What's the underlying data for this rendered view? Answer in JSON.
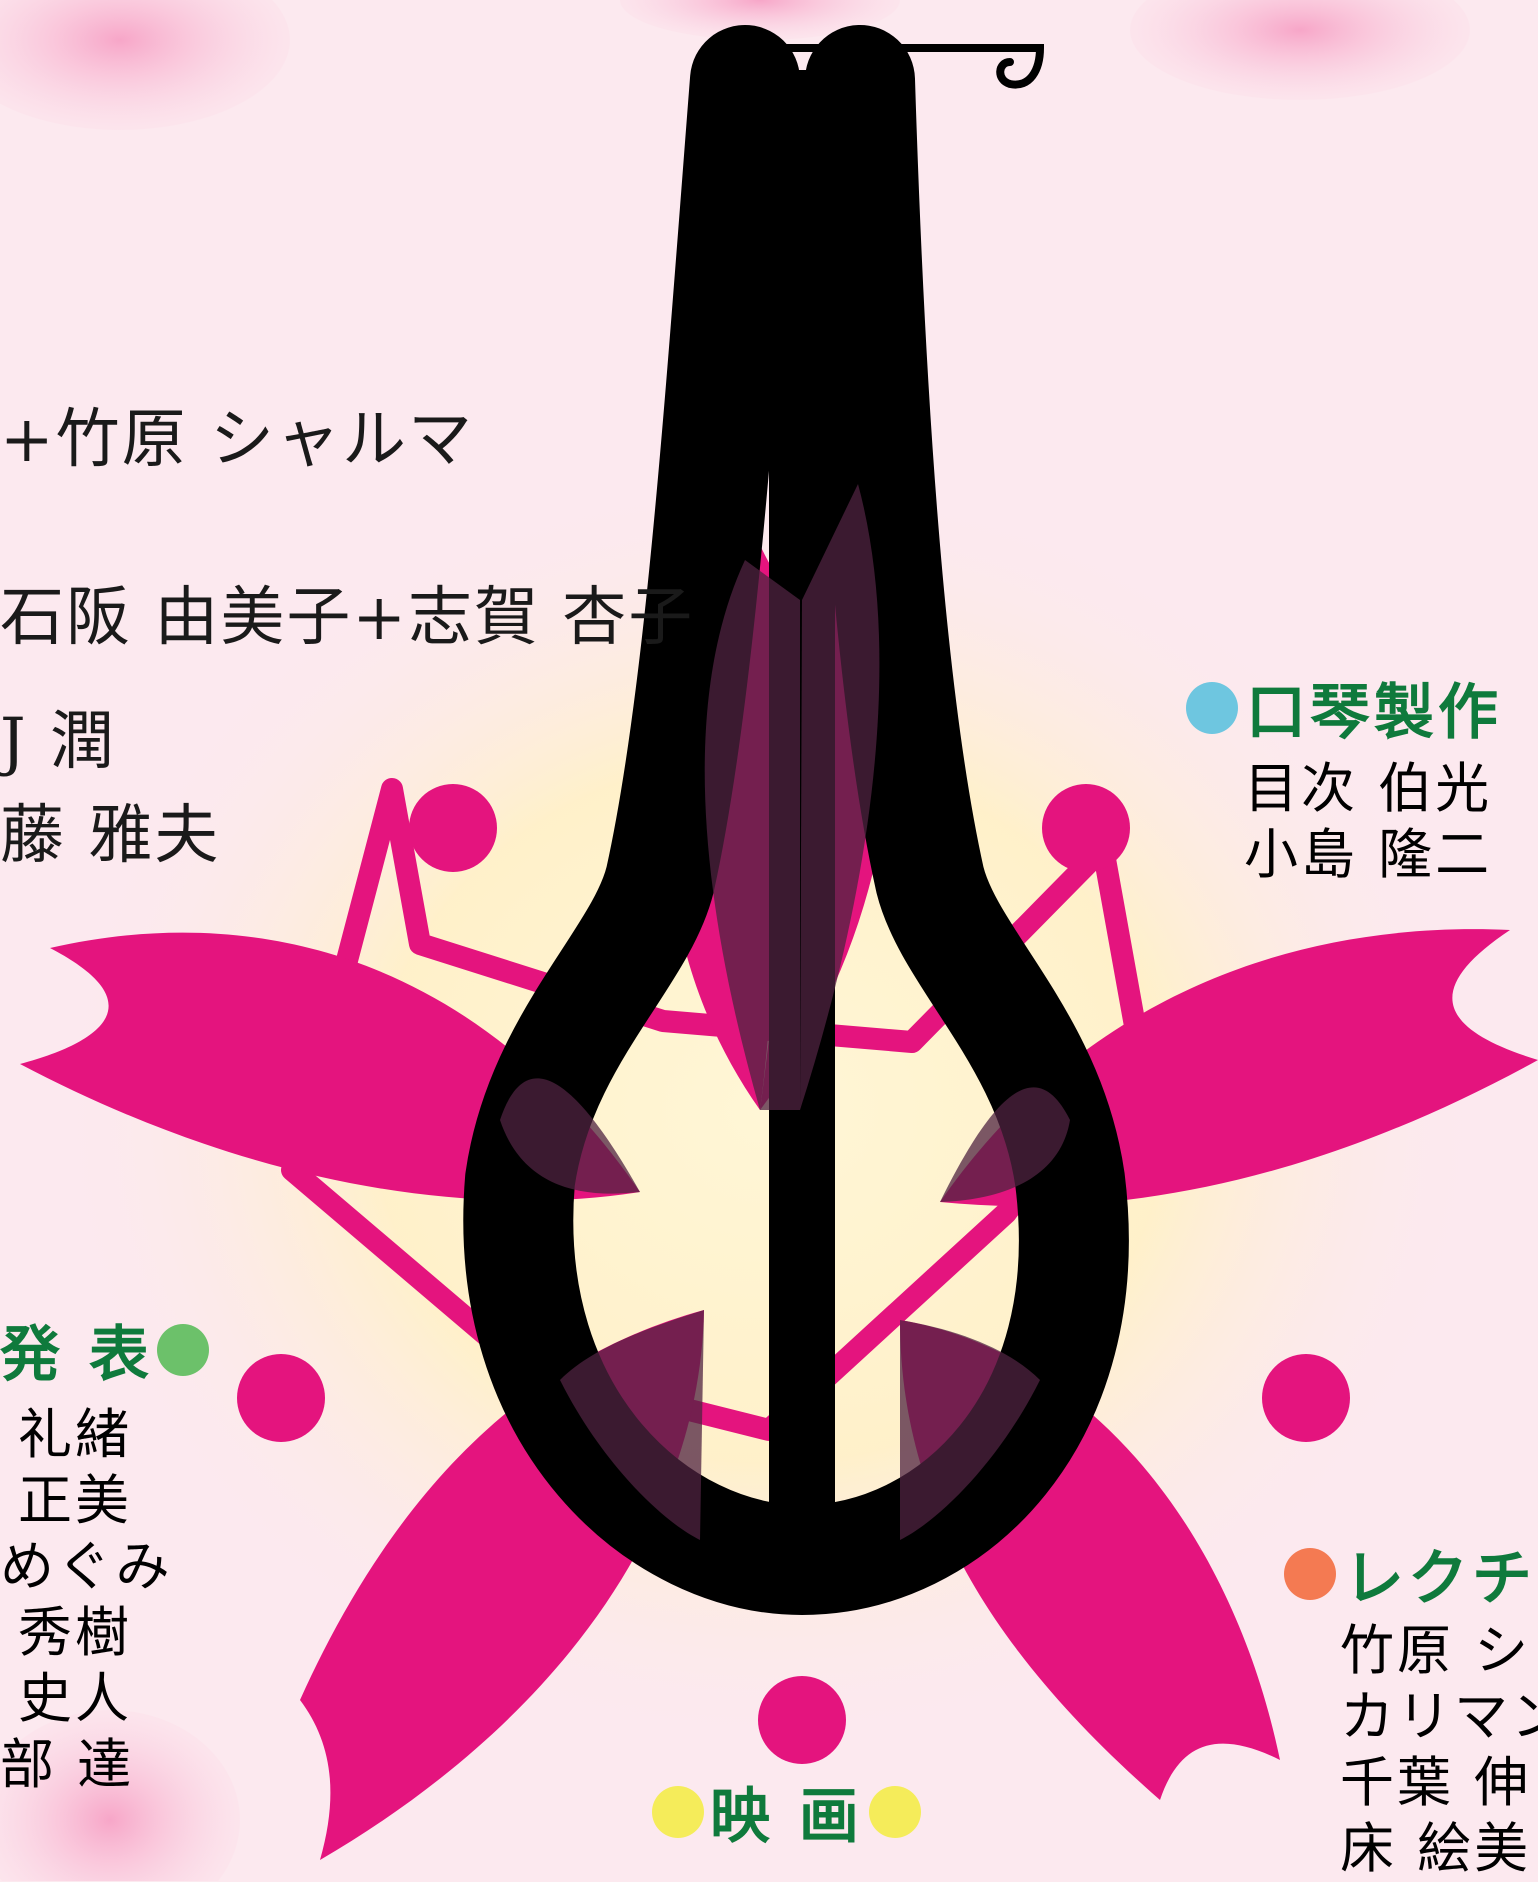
{
  "colors": {
    "background": "#fce9ef",
    "blossom_magenta": "#e4147e",
    "overlap_plum": "#4f2340",
    "instrument_black": "#000000",
    "glow": "#fff4cf",
    "heading_green": "#0f7a3c",
    "dot_blue": "#6ec6e0",
    "dot_green": "#6cc16a",
    "dot_orange": "#f47a52",
    "dot_yellow": "#f5ec5a"
  },
  "graphic": {
    "logo": "jaw-harp-sakura-emblem",
    "petals": "sakura-petal-decoration"
  },
  "texts": {
    "line_1": "+竹原 シャルマ",
    "line_2": "石阪 由美子+志賀 杏子",
    "line_3": "J 潤",
    "line_4": "藤 雅夫"
  },
  "sections": {
    "making": {
      "heading": "口琴製作",
      "names": [
        "目次 伯光",
        "小島 隆二"
      ]
    },
    "presentation": {
      "heading": "発 表",
      "names": [
        "礼緒",
        "正美",
        "めぐみ",
        "秀樹",
        "史人",
        "部 達"
      ]
    },
    "lecture": {
      "heading": "レクチャ",
      "names": [
        "竹原 シ",
        "カリマン",
        "千葉 伸",
        "床 絵美"
      ]
    },
    "movie": {
      "heading": "映 画"
    }
  }
}
